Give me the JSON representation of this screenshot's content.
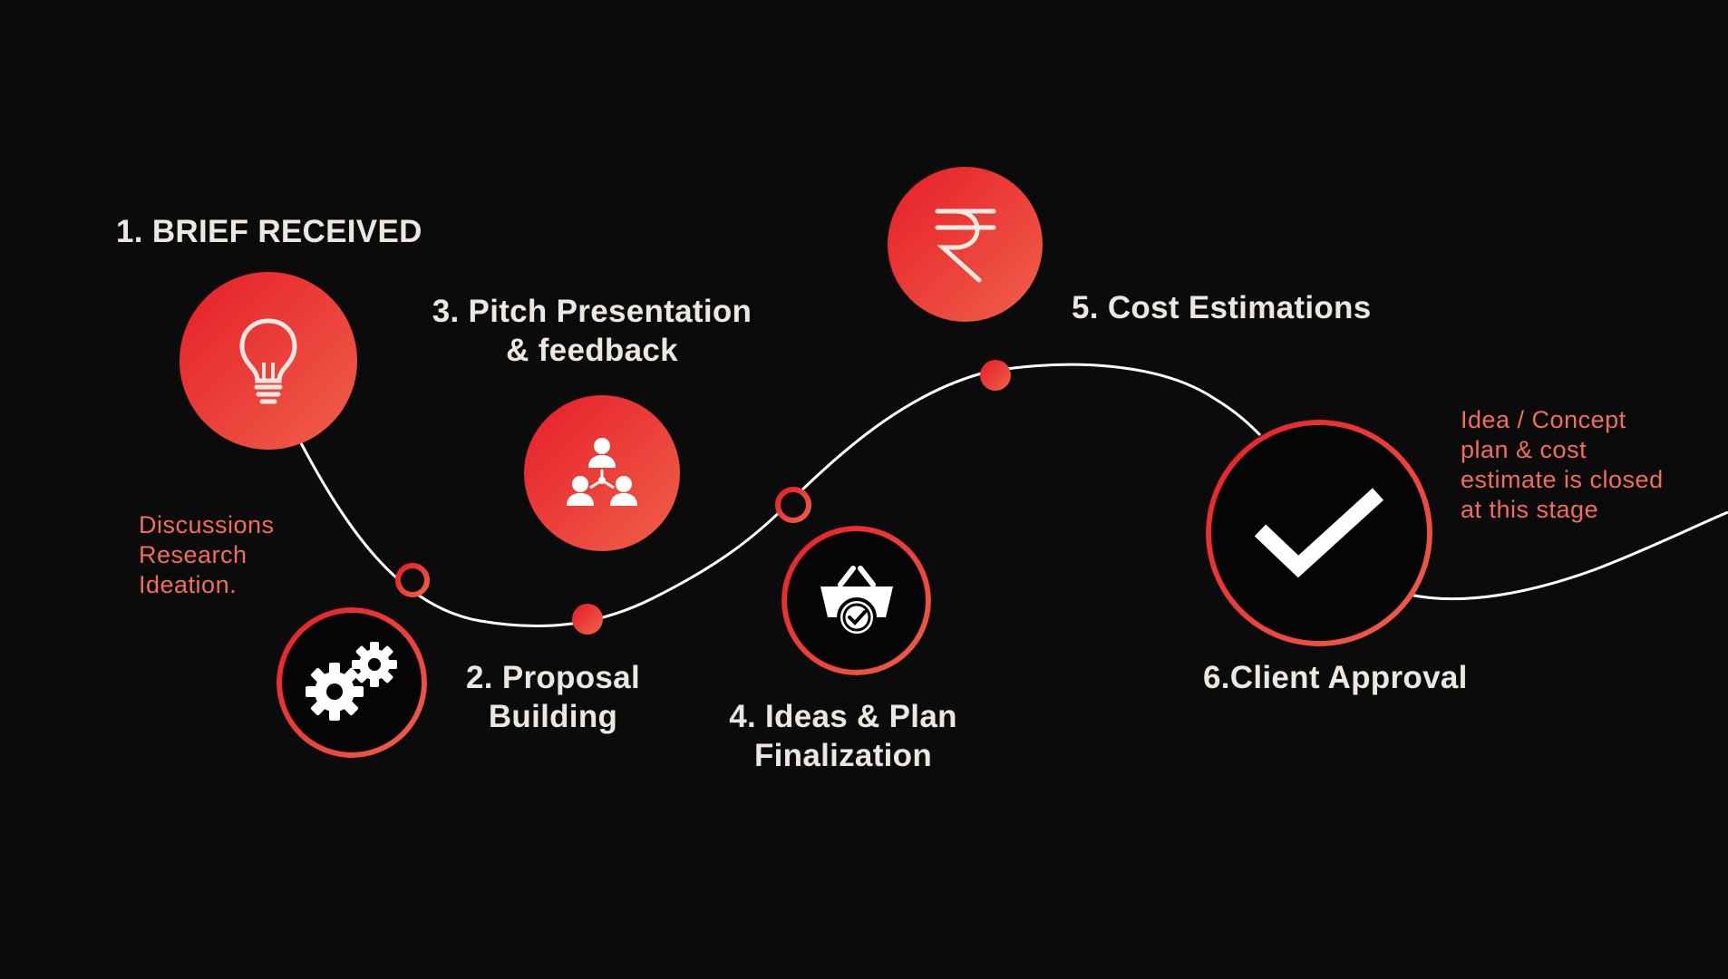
{
  "colors": {
    "background": "#0b0b0b",
    "accent_start": "#e61e28",
    "accent_end": "#f0604a",
    "label_text": "#ece7e1",
    "note_text": "#f26d5c",
    "path_line": "#ffffff"
  },
  "steps": [
    {
      "label": "1. BRIEF RECEIVED",
      "icon": "lightbulb-icon"
    },
    {
      "label": "2. Proposal\nBuilding",
      "icon": "gears-icon"
    },
    {
      "label": "3. Pitch Presentation\n& feedback",
      "icon": "team-hierarchy-icon"
    },
    {
      "label": "4. Ideas & Plan\nFinalization",
      "icon": "basket-check-icon"
    },
    {
      "label": "5. Cost Estimations",
      "icon": "rupee-icon"
    },
    {
      "label": "6.Client Approval",
      "icon": "checkmark-icon"
    }
  ],
  "notes": {
    "brief": "Discussions\nResearch\nIdeation.",
    "closing": "Idea / Concept\nplan & cost\nestimate is closed\nat this stage"
  }
}
